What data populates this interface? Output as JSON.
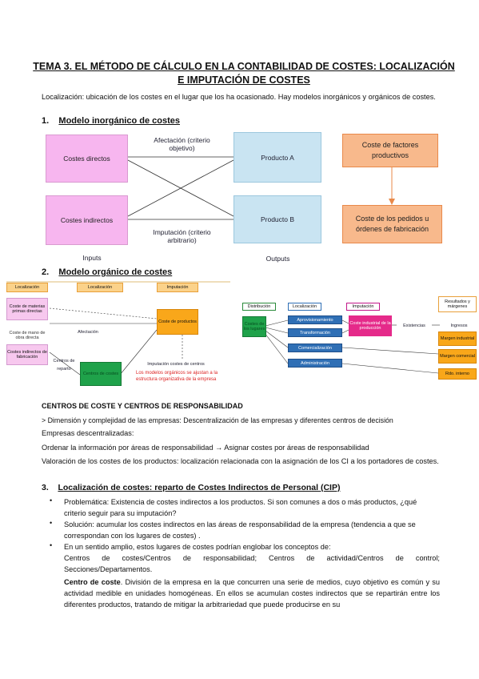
{
  "title": {
    "line1": "TEMA 3. EL MÉTODO DE CÁLCULO EN LA CONTABILIDAD DE COSTES: LOCALIZACIÓN",
    "line2": "E IMPUTACIÓN DE COSTES"
  },
  "intro": "Localización: ubicación de los costes en el lugar que los ha ocasionado. Hay modelos inorgánicos y orgánicos de costes.",
  "section1": {
    "number": "1.",
    "title": "Modelo inorgánico de costes"
  },
  "diagram1": {
    "costes_directos": "Costes directos",
    "costes_indirectos": "Costes indirectos",
    "producto_a": "Producto A",
    "producto_b": "Producto B",
    "afectacion": "Afectación (criterio objetivo)",
    "imputacion": "Imputación (criterio arbitrario)",
    "inputs": "Inputs",
    "outputs": "Outputs",
    "coste_factores": "Coste de factores productivos",
    "coste_pedidos": "Coste de los pedidos u órdenes de fabricación"
  },
  "section2": {
    "number": "2.",
    "title": "Modelo orgánico de costes"
  },
  "diagram2": {
    "localizacion": "Localización",
    "localizacion2": "Localización",
    "imputacion": "Imputación",
    "coste_materias": "Coste de materias primas directas",
    "coste_mano_obra": "Coste de mano de obra directa",
    "costes_indirectos_fab": "Costes indirectos de fabricación",
    "afectacion": "Afectación",
    "coste_productos": "Coste de productos",
    "centros_reparto": "Centros de reparto",
    "centros_costes": "Centros de costes",
    "imputacion_costes_centros": "Imputación costes de centros",
    "nota_line1": "Los modelos orgánicos se ajustan a la",
    "nota_line2": "estructura organizativa de la empresa"
  },
  "diagram3": {
    "distribucion": "Distribución",
    "localizacion": "Localización",
    "imputacion": "Imputación",
    "resultados": "Resultados y márgenes",
    "costes_lugares": "Costes de los lugares",
    "aprovisionamiento": "Aprovisionamiento",
    "transformacion": "Transformación",
    "comercializacion": "Comercialización",
    "administracion": "Administración",
    "coste_produccion": "Coste industrial de la producción",
    "existencias": "Existencias",
    "ingresos": "Ingresos",
    "margen_industrial": "Margen industrial",
    "margen_comercial": "Margen comercial",
    "bo_interno": "Rdo. interno"
  },
  "centros": {
    "heading": "CENTROS DE COSTE Y CENTROS DE RESPONSABILIDAD",
    "line1": "> Dimensión y complejidad de las empresas: Descentralización de las empresas y diferentes centros de decisión",
    "line2": "Empresas descentralizadas:",
    "line3": "Ordenar la información por áreas de responsabilidad → Asignar costes por áreas de responsabilidad",
    "line4": "Valoración de los costes de los productos: localización relacionada con la asignación de los CI a los portadores de costes."
  },
  "section3": {
    "number": "3.",
    "title": "Localización de costes: reparto de Costes Indirectos de Personal (CIP)"
  },
  "bullets": {
    "b1": "Problemática: Existencia de costes indirectos a los productos. Si son comunes a dos o más productos, ¿qué criterio seguir para su imputación?",
    "b2": "Solución: acumular los costes indirectos en las áreas de responsabilidad de la empresa (tendencia a que se correspondan con los lugares de costes) .",
    "b3": "En un sentido amplio, estos lugares de costes podrían englobar los conceptos de:",
    "b3_detail": "Centros de costes/Centros de responsabilidad; Centros de actividad/Centros de control; Secciones/Departamentos.",
    "centro_label": "Centro de coste",
    "centro_text": ". División de la empresa en la que concurren una serie de medios, cuyo objetivo es común y su actividad medible en unidades homogéneas. En ellos se acumulan costes indirectos que se repartirán entre los diferentes productos, tratando de mitigar la arbitrariedad que puede producirse en su"
  }
}
